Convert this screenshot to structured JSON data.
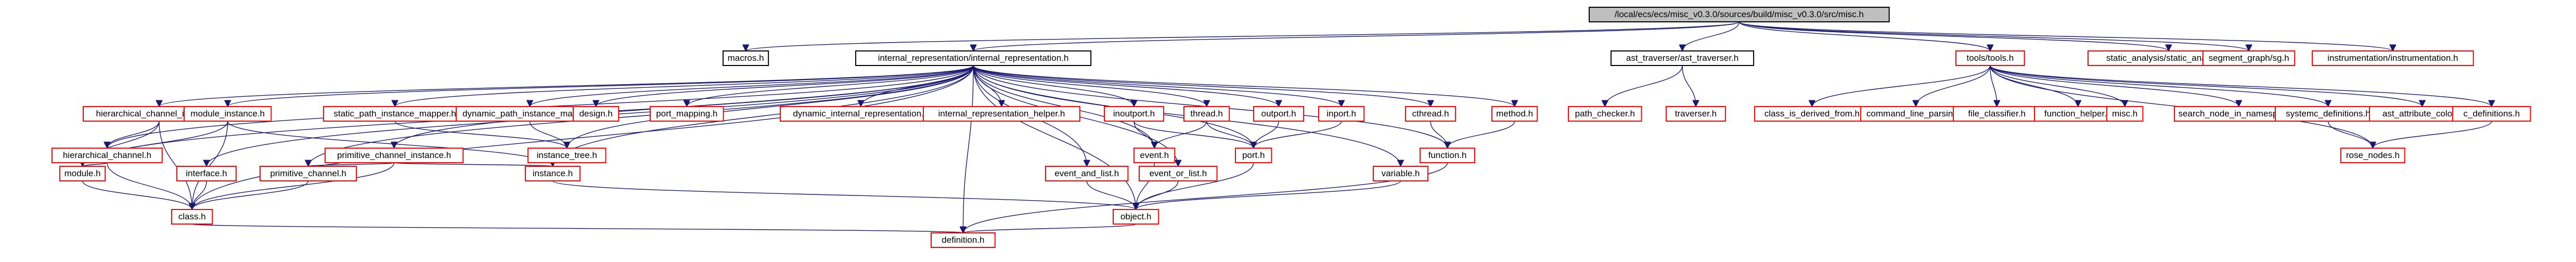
{
  "graph": {
    "root": "/local/ecs/ecs/misc_v0.3.0/sources/build/misc_v0.3.0/src/misc.h",
    "colors": {
      "edge": "#191970",
      "root_fill": "#bfbfbf",
      "node_border_known": "#000000",
      "node_border_unknown": "#ff0000",
      "node_fill": "#ffffff"
    },
    "nodes": [
      {
        "id": "misc",
        "label": "/local/ecs/ecs/misc_v0.3.0/sources/build/misc_v0.3.0/src/misc.h",
        "style": "root"
      },
      {
        "id": "macros",
        "label": "macros.h",
        "style": "known"
      },
      {
        "id": "ir",
        "label": "internal_representation/internal_representation.h",
        "style": "known"
      },
      {
        "id": "ast_trav",
        "label": "ast_traverser/ast_traverser.h",
        "style": "known"
      },
      {
        "id": "tools",
        "label": "tools/tools.h",
        "style": "unknown"
      },
      {
        "id": "static_an",
        "label": "static_analysis/static_analysis.h",
        "style": "unknown"
      },
      {
        "id": "seg_graph",
        "label": "segment_graph/sg.h",
        "style": "unknown"
      },
      {
        "id": "instrum",
        "label": "instrumentation/instrumentation.h",
        "style": "unknown"
      },
      {
        "id": "hci",
        "label": "hierarchical_channel_instance.h",
        "style": "unknown"
      },
      {
        "id": "module_inst",
        "label": "module_instance.h",
        "style": "unknown"
      },
      {
        "id": "static_path",
        "label": "static_path_instance_mapper.h",
        "style": "unknown"
      },
      {
        "id": "dyn_path",
        "label": "dynamic_path_instance_mapper.h",
        "style": "unknown"
      },
      {
        "id": "design",
        "label": "design.h",
        "style": "unknown"
      },
      {
        "id": "port_map",
        "label": "port_mapping.h",
        "style": "unknown"
      },
      {
        "id": "dyn_ir",
        "label": "dynamic_internal_representation.h",
        "style": "unknown"
      },
      {
        "id": "ir_helper",
        "label": "internal_representation_helper.h",
        "style": "unknown"
      },
      {
        "id": "inoutport",
        "label": "inoutport.h",
        "style": "unknown"
      },
      {
        "id": "thread",
        "label": "thread.h",
        "style": "unknown"
      },
      {
        "id": "outport",
        "label": "outport.h",
        "style": "unknown"
      },
      {
        "id": "inport",
        "label": "inport.h",
        "style": "unknown"
      },
      {
        "id": "cthread",
        "label": "cthread.h",
        "style": "unknown"
      },
      {
        "id": "method",
        "label": "method.h",
        "style": "unknown"
      },
      {
        "id": "path_checker",
        "label": "path_checker.h",
        "style": "unknown"
      },
      {
        "id": "traverser",
        "label": "traverser.h",
        "style": "unknown"
      },
      {
        "id": "class_derived",
        "label": "class_is_derived_from.h",
        "style": "unknown"
      },
      {
        "id": "cmdline",
        "label": "command_line_parsing.h",
        "style": "unknown"
      },
      {
        "id": "file_class",
        "label": "file_classifier.h",
        "style": "unknown"
      },
      {
        "id": "func_helper",
        "label": "function_helper.h",
        "style": "unknown"
      },
      {
        "id": "misc2",
        "label": "misc.h",
        "style": "unknown"
      },
      {
        "id": "search_node",
        "label": "search_node_in_namespace.h",
        "style": "unknown"
      },
      {
        "id": "systemc_def",
        "label": "systemc_definitions.h",
        "style": "unknown"
      },
      {
        "id": "ast_attr",
        "label": "ast_attribute_color.h",
        "style": "unknown"
      },
      {
        "id": "c_defs",
        "label": "c_definitions.h",
        "style": "unknown"
      },
      {
        "id": "hier_chan",
        "label": "hierarchical_channel.h",
        "style": "unknown"
      },
      {
        "id": "prim_chan_inst",
        "label": "primitive_channel_instance.h",
        "style": "unknown"
      },
      {
        "id": "instance_tree",
        "label": "instance_tree.h",
        "style": "unknown"
      },
      {
        "id": "event",
        "label": "event.h",
        "style": "unknown"
      },
      {
        "id": "port",
        "label": "port.h",
        "style": "unknown"
      },
      {
        "id": "function",
        "label": "function.h",
        "style": "unknown"
      },
      {
        "id": "rose_nodes",
        "label": "rose_nodes.h",
        "style": "unknown"
      },
      {
        "id": "module",
        "label": "module.h",
        "style": "unknown"
      },
      {
        "id": "interface",
        "label": "interface.h",
        "style": "unknown"
      },
      {
        "id": "prim_chan",
        "label": "primitive_channel.h",
        "style": "unknown"
      },
      {
        "id": "instance",
        "label": "instance.h",
        "style": "unknown"
      },
      {
        "id": "event_and",
        "label": "event_and_list.h",
        "style": "unknown"
      },
      {
        "id": "event_or",
        "label": "event_or_list.h",
        "style": "unknown"
      },
      {
        "id": "variable",
        "label": "variable.h",
        "style": "unknown"
      },
      {
        "id": "class",
        "label": "class.h",
        "style": "unknown"
      },
      {
        "id": "object",
        "label": "object.h",
        "style": "unknown"
      },
      {
        "id": "definition",
        "label": "definition.h",
        "style": "unknown"
      }
    ],
    "edges": [
      [
        "misc",
        "macros"
      ],
      [
        "misc",
        "ir"
      ],
      [
        "misc",
        "ast_trav"
      ],
      [
        "misc",
        "tools"
      ],
      [
        "misc",
        "static_an"
      ],
      [
        "misc",
        "seg_graph"
      ],
      [
        "misc",
        "instrum"
      ],
      [
        "ir",
        "hci"
      ],
      [
        "ir",
        "module_inst"
      ],
      [
        "ir",
        "static_path"
      ],
      [
        "ir",
        "dyn_path"
      ],
      [
        "ir",
        "design"
      ],
      [
        "ir",
        "port_map"
      ],
      [
        "ir",
        "dyn_ir"
      ],
      [
        "ir",
        "ir_helper"
      ],
      [
        "ir",
        "inoutport"
      ],
      [
        "ir",
        "thread"
      ],
      [
        "ir",
        "outport"
      ],
      [
        "ir",
        "inport"
      ],
      [
        "ir",
        "cthread"
      ],
      [
        "ir",
        "method"
      ],
      [
        "ir",
        "hier_chan"
      ],
      [
        "ir",
        "prim_chan_inst"
      ],
      [
        "ir",
        "instance_tree"
      ],
      [
        "ir",
        "event"
      ],
      [
        "ir",
        "port"
      ],
      [
        "ir",
        "function"
      ],
      [
        "ir",
        "module"
      ],
      [
        "ir",
        "interface"
      ],
      [
        "ir",
        "prim_chan"
      ],
      [
        "ir",
        "instance"
      ],
      [
        "ir",
        "event_and"
      ],
      [
        "ir",
        "event_or"
      ],
      [
        "ir",
        "variable"
      ],
      [
        "ir",
        "class"
      ],
      [
        "ir",
        "object"
      ],
      [
        "ir",
        "definition"
      ],
      [
        "ast_trav",
        "path_checker"
      ],
      [
        "ast_trav",
        "traverser"
      ],
      [
        "tools",
        "class_derived"
      ],
      [
        "tools",
        "cmdline"
      ],
      [
        "tools",
        "file_class"
      ],
      [
        "tools",
        "func_helper"
      ],
      [
        "tools",
        "misc2"
      ],
      [
        "tools",
        "search_node"
      ],
      [
        "tools",
        "systemc_def"
      ],
      [
        "tools",
        "ast_attr"
      ],
      [
        "tools",
        "c_defs"
      ],
      [
        "tools",
        "rose_nodes"
      ],
      [
        "systemc_def",
        "rose_nodes"
      ],
      [
        "c_defs",
        "rose_nodes"
      ],
      [
        "hci",
        "hier_chan"
      ],
      [
        "hci",
        "module_inst"
      ],
      [
        "hci",
        "module"
      ],
      [
        "hci",
        "class"
      ],
      [
        "module_inst",
        "module"
      ],
      [
        "module_inst",
        "class"
      ],
      [
        "module_inst",
        "instance"
      ],
      [
        "hier_chan",
        "module"
      ],
      [
        "hier_chan",
        "class"
      ],
      [
        "module",
        "class"
      ],
      [
        "interface",
        "class"
      ],
      [
        "prim_chan",
        "class"
      ],
      [
        "prim_chan_inst",
        "prim_chan"
      ],
      [
        "prim_chan_inst",
        "instance"
      ],
      [
        "prim_chan_inst",
        "class"
      ],
      [
        "static_path",
        "instance_tree"
      ],
      [
        "dyn_path",
        "instance_tree"
      ],
      [
        "inoutport",
        "port"
      ],
      [
        "inoutport",
        "event"
      ],
      [
        "outport",
        "port"
      ],
      [
        "inport",
        "port"
      ],
      [
        "thread",
        "port"
      ],
      [
        "thread",
        "event"
      ],
      [
        "cthread",
        "function"
      ],
      [
        "method",
        "function"
      ],
      [
        "port",
        "object"
      ],
      [
        "event",
        "object"
      ],
      [
        "event_and",
        "object"
      ],
      [
        "event_or",
        "object"
      ],
      [
        "variable",
        "object"
      ],
      [
        "instance",
        "object"
      ],
      [
        "class",
        "definition"
      ],
      [
        "object",
        "definition"
      ],
      [
        "function",
        "definition"
      ]
    ]
  }
}
